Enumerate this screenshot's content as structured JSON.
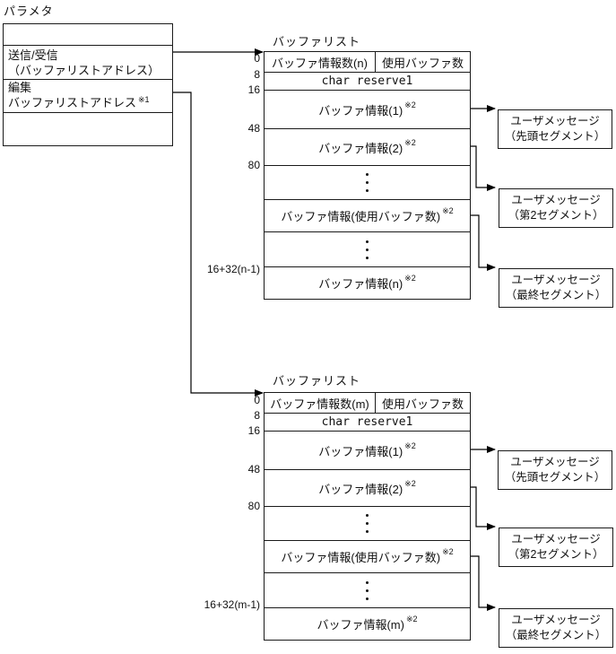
{
  "colors": {
    "background": "#ffffff",
    "line": "#000000",
    "border": "#1a1a1a",
    "text": "#111111"
  },
  "parameter": {
    "title": "パラメタ",
    "row_send_receive": {
      "line1": "送信/受信",
      "line2": "（バッファリストアドレス）"
    },
    "row_edit": {
      "line1": "編集",
      "line2": "バッファリストアドレス",
      "note": "※1"
    }
  },
  "buffer_list_1": {
    "title": "バッファリスト",
    "header": {
      "left": "バッファ情報数(n)",
      "right": "使用バッファ数"
    },
    "reserve": "char reserve1",
    "info_rows": [
      {
        "label": "バッファ情報(1)",
        "note": "※2"
      },
      {
        "label": "バッファ情報(2)",
        "note": "※2"
      },
      {
        "label": "バッファ情報(使用バッファ数)",
        "note": "※2"
      },
      {
        "label": "バッファ情報(n)",
        "note": "※2"
      }
    ],
    "offsets": [
      "0",
      "8",
      "16",
      "48",
      "80",
      "16+32(n-1)"
    ]
  },
  "buffer_list_2": {
    "title": "バッファリスト",
    "header": {
      "left": "バッファ情報数(m)",
      "right": "使用バッファ数"
    },
    "reserve": "char reserve1",
    "info_rows": [
      {
        "label": "バッファ情報(1)",
        "note": "※2"
      },
      {
        "label": "バッファ情報(2)",
        "note": "※2"
      },
      {
        "label": "バッファ情報(使用バッファ数)",
        "note": "※2"
      },
      {
        "label": "バッファ情報(m)",
        "note": "※2"
      }
    ],
    "offsets": [
      "0",
      "8",
      "16",
      "48",
      "80",
      "16+32(m-1)"
    ]
  },
  "user_messages_1": [
    {
      "line1": "ユーザメッセージ",
      "line2": "（先頭セグメント）"
    },
    {
      "line1": "ユーザメッセージ",
      "line2": "（第2セグメント）"
    },
    {
      "line1": "ユーザメッセージ",
      "line2": "（最終セグメント）"
    }
  ],
  "user_messages_2": [
    {
      "line1": "ユーザメッセージ",
      "line2": "（先頭セグメント）"
    },
    {
      "line1": "ユーザメッセージ",
      "line2": "（第2セグメント）"
    },
    {
      "line1": "ユーザメッセージ",
      "line2": "（最終セグメント）"
    }
  ]
}
